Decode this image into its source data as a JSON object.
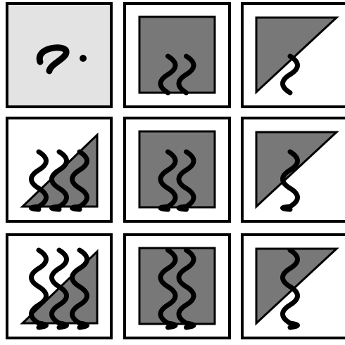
{
  "colors": {
    "background": "#ffffff",
    "frame": "#000000",
    "unknown_fill": "#e3e3e3",
    "shape_fill": "#787878",
    "wave": "#000000"
  },
  "puzzle": {
    "rows": 3,
    "cols": 3,
    "cells": [
      {
        "row": 1,
        "col": 1,
        "unknown": true,
        "shape": "none",
        "waves": 0,
        "wave_length": "none"
      },
      {
        "row": 1,
        "col": 2,
        "unknown": false,
        "shape": "square",
        "waves": 2,
        "wave_length": "short"
      },
      {
        "row": 1,
        "col": 3,
        "unknown": false,
        "shape": "triangle",
        "waves": 1,
        "wave_length": "short"
      },
      {
        "row": 2,
        "col": 1,
        "unknown": false,
        "shape": "triangle",
        "waves": 3,
        "wave_length": "medium"
      },
      {
        "row": 2,
        "col": 2,
        "unknown": false,
        "shape": "square",
        "waves": 2,
        "wave_length": "medium"
      },
      {
        "row": 2,
        "col": 3,
        "unknown": false,
        "shape": "triangle",
        "waves": 1,
        "wave_length": "medium"
      },
      {
        "row": 3,
        "col": 1,
        "unknown": false,
        "shape": "triangle",
        "waves": 3,
        "wave_length": "long"
      },
      {
        "row": 3,
        "col": 2,
        "unknown": false,
        "shape": "square",
        "waves": 2,
        "wave_length": "long"
      },
      {
        "row": 3,
        "col": 3,
        "unknown": false,
        "shape": "triangle",
        "waves": 1,
        "wave_length": "long"
      }
    ]
  }
}
